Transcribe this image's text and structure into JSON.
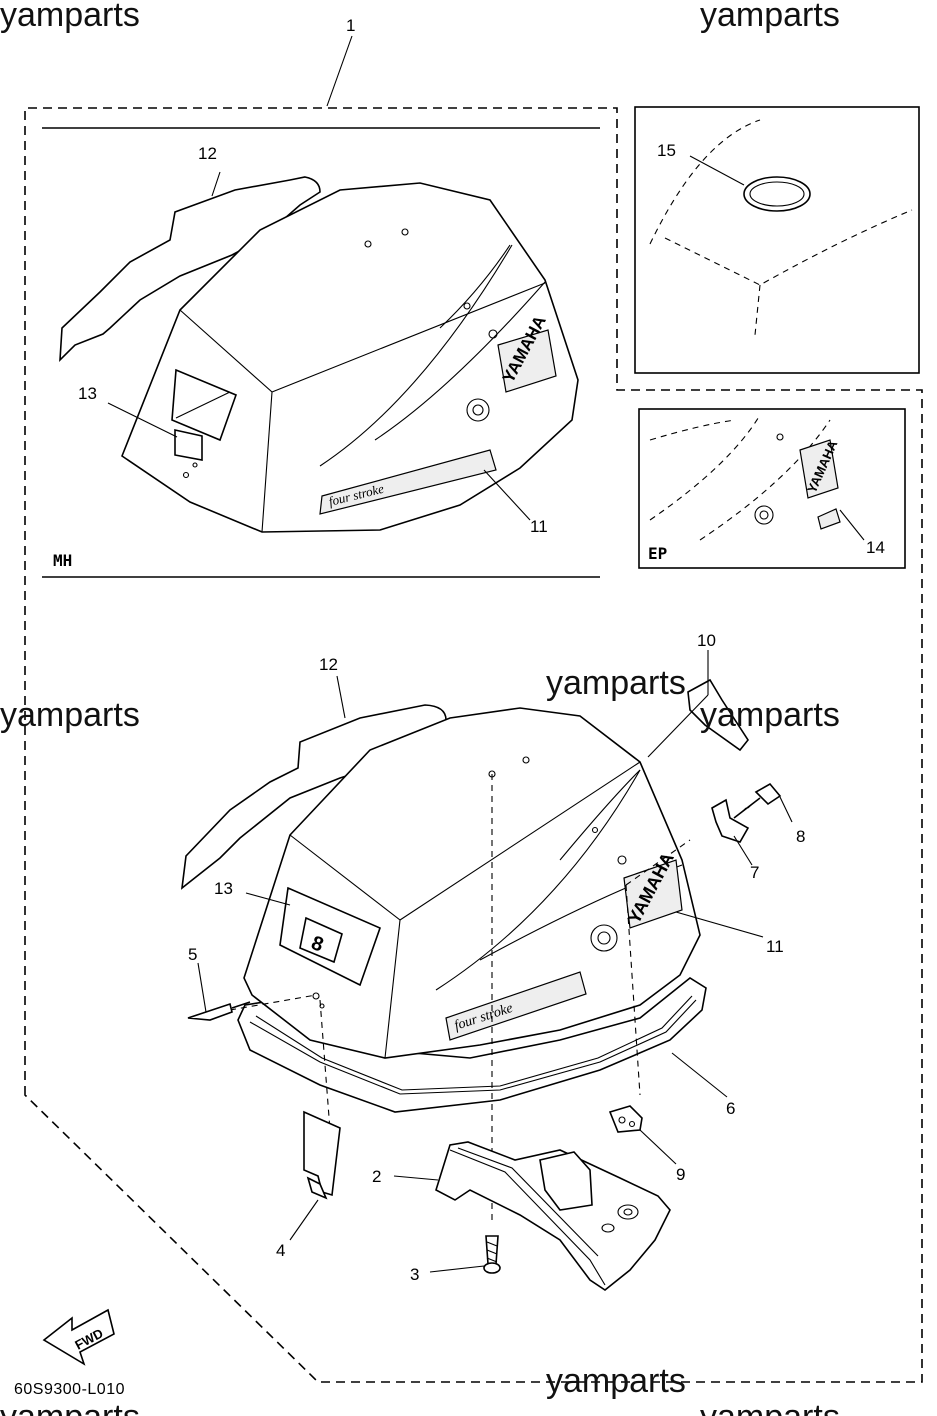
{
  "watermark": "yamparts",
  "diagram_code": "60S9300-L010",
  "fwd_label": "FWD",
  "variants": {
    "mh": "MH",
    "ep": "EP"
  },
  "callouts": {
    "c1": "1",
    "c2": "2",
    "c3": "3",
    "c4": "4",
    "c5": "5",
    "c6": "6",
    "c7": "7",
    "c8": "8",
    "c9": "9",
    "c10": "10",
    "c11a": "11",
    "c11b": "11",
    "c12a": "12",
    "c12b": "12",
    "c13a": "13",
    "c13b": "13",
    "c14": "14",
    "c15": "15"
  },
  "decals": {
    "brand": "YAMAHA",
    "engine": "four stroke"
  }
}
